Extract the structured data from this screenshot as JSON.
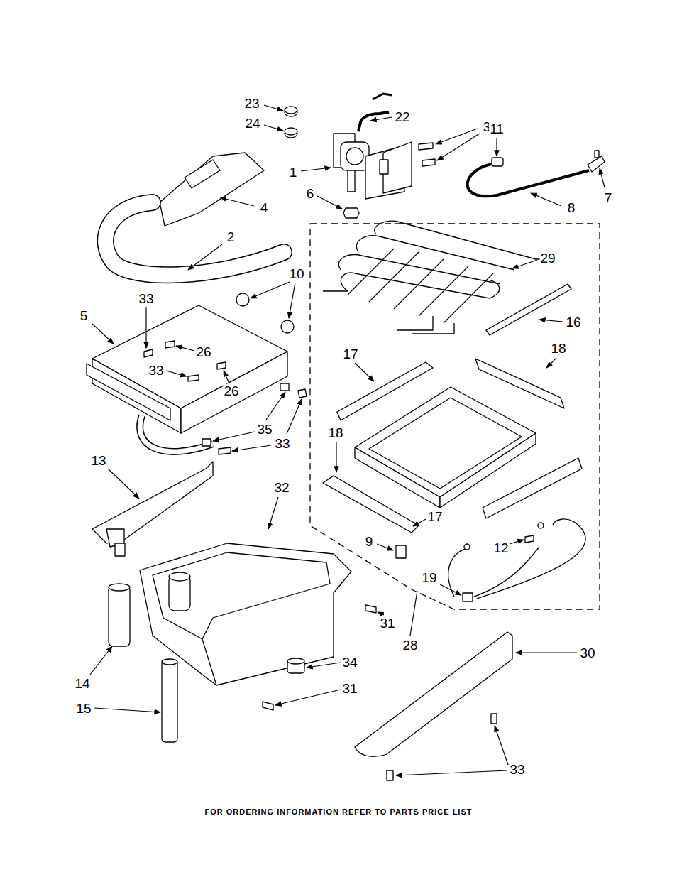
{
  "diagram": {
    "caption": "FOR ORDERING INFORMATION REFER TO PARTS PRICE LIST",
    "labels": [
      "23",
      "22",
      "3",
      "11",
      "24",
      "1",
      "6",
      "7",
      "4",
      "8",
      "2",
      "29",
      "10",
      "33",
      "5",
      "16",
      "18",
      "17",
      "26",
      "33",
      "26",
      "35",
      "33",
      "18",
      "13",
      "32",
      "17",
      "9",
      "12",
      "19",
      "31",
      "28",
      "30",
      "34",
      "14",
      "31",
      "15",
      "33"
    ]
  }
}
